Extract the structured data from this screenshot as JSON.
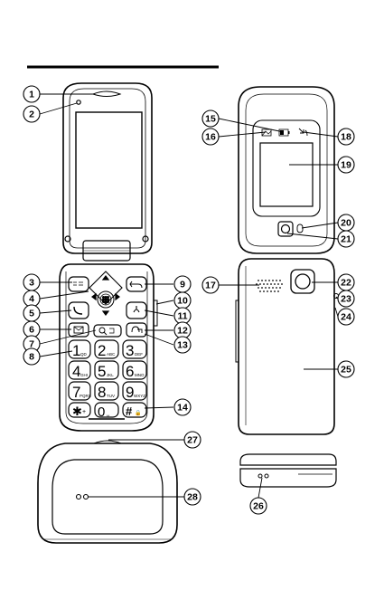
{
  "callouts": [
    "1",
    "2",
    "3",
    "4",
    "5",
    "6",
    "7",
    "8",
    "9",
    "10",
    "11",
    "12",
    "13",
    "14",
    "15",
    "16",
    "17",
    "18",
    "19",
    "20",
    "21",
    "22",
    "23",
    "24",
    "25",
    "26",
    "27",
    "28"
  ],
  "keypad": {
    "keys": [
      {
        "digit": "1",
        "sub": "QD"
      },
      {
        "digit": "2",
        "sub": "ABC"
      },
      {
        "digit": "3",
        "sub": "DEF"
      },
      {
        "digit": "4",
        "sub": "GHI"
      },
      {
        "digit": "5",
        "sub": "JKL"
      },
      {
        "digit": "6",
        "sub": "MNO"
      },
      {
        "digit": "7",
        "sub": "PQRS"
      },
      {
        "digit": "8",
        "sub": "TUV"
      },
      {
        "digit": "9",
        "sub": "WXYZ"
      },
      {
        "digit": "✱",
        "sub": "+"
      },
      {
        "digit": "0",
        "sub": "␣"
      },
      {
        "digit": "#",
        "sub": "🔒"
      }
    ]
  },
  "icons": {
    "cover_status": [
      "image-icon",
      "battery-icon",
      "missed-call-icon"
    ],
    "front_keys": [
      "memory-key-icon",
      "back-key-icon",
      "call-key-icon",
      "end-key-icon",
      "message-key-icon",
      "contacts-key-icon",
      "voicemail-key-icon"
    ]
  }
}
